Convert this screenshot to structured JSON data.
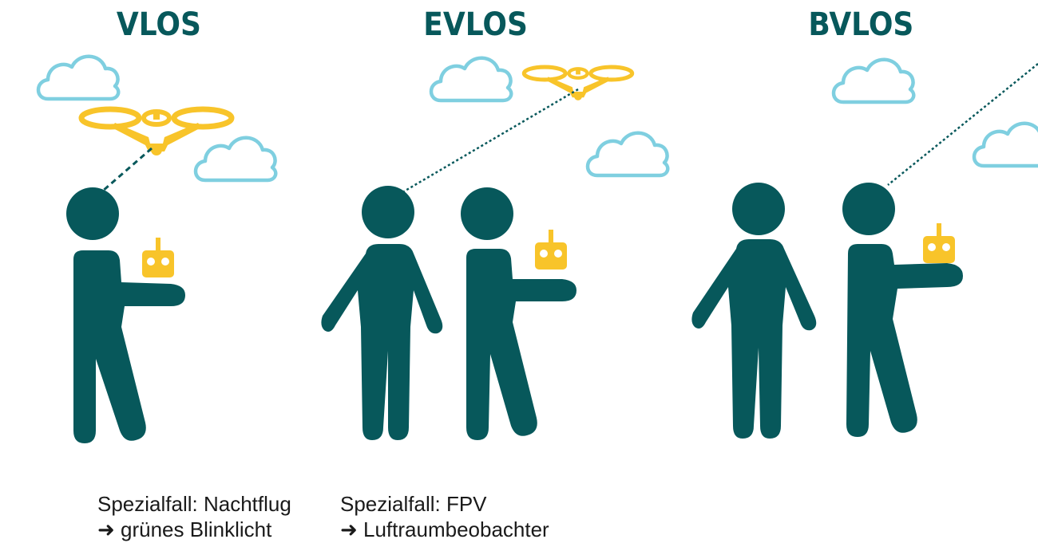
{
  "colors": {
    "title": "#07585B",
    "figure": "#07585B",
    "drone": "#F8C42A",
    "cloud": "#7FCFE0",
    "line": "#07585B"
  },
  "titles": {
    "vlos": "VLOS",
    "evlos": "EVLOS",
    "bvlos": "BVLOS"
  },
  "captions": {
    "vlos": {
      "line1": "Spezialfall: Nachtflug",
      "line2": "➜ grünes Blinklicht"
    },
    "evlos": {
      "line1": "Spezialfall: FPV",
      "line2": "➜ Luftraumbeobachter"
    }
  },
  "icons": [
    "drone-icon",
    "cloud-icon",
    "person-icon",
    "remote-controller-icon"
  ]
}
